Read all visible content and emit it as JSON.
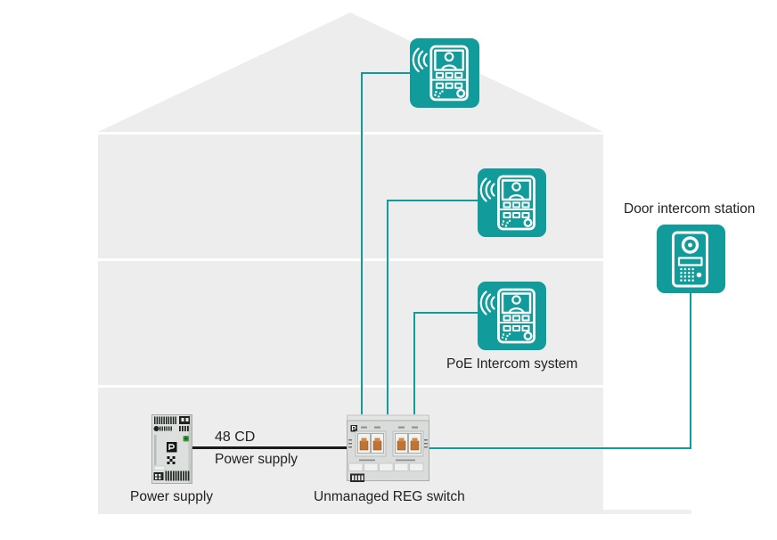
{
  "colors": {
    "teal": "#119b9b",
    "house_fill": "#ededed",
    "ground_fill": "#efefef",
    "power_line": "#1a1a1a",
    "text": "#222222",
    "device_body": "#dcdfdd",
    "port_orange": "#bf7434"
  },
  "nodes": [
    {
      "id": "poe-intercom-top-floor",
      "icon": "video-intercom-icon",
      "label": ""
    },
    {
      "id": "poe-intercom-middle-floor",
      "icon": "video-intercom-icon",
      "label": ""
    },
    {
      "id": "poe-intercom-lower-floor",
      "icon": "video-intercom-icon",
      "label": "PoE Intercom system"
    },
    {
      "id": "door-intercom-station",
      "icon": "door-station-icon",
      "label": "Door intercom station"
    },
    {
      "id": "power-supply",
      "icon": "power-supply-device-image",
      "label": "Power supply"
    },
    {
      "id": "reg-switch",
      "icon": "reg-switch-device-image",
      "label": "Unmanaged REG switch"
    }
  ],
  "connections": [
    {
      "from": "reg-switch",
      "to": "poe-intercom-top-floor",
      "style": "teal-ethernet"
    },
    {
      "from": "reg-switch",
      "to": "poe-intercom-middle-floor",
      "style": "teal-ethernet"
    },
    {
      "from": "reg-switch",
      "to": "poe-intercom-lower-floor",
      "style": "teal-ethernet"
    },
    {
      "from": "reg-switch",
      "to": "door-intercom-station",
      "style": "teal-ethernet"
    },
    {
      "from": "power-supply",
      "to": "reg-switch",
      "style": "black-power",
      "label": "48 CD",
      "sublabel": "Power supply"
    }
  ]
}
